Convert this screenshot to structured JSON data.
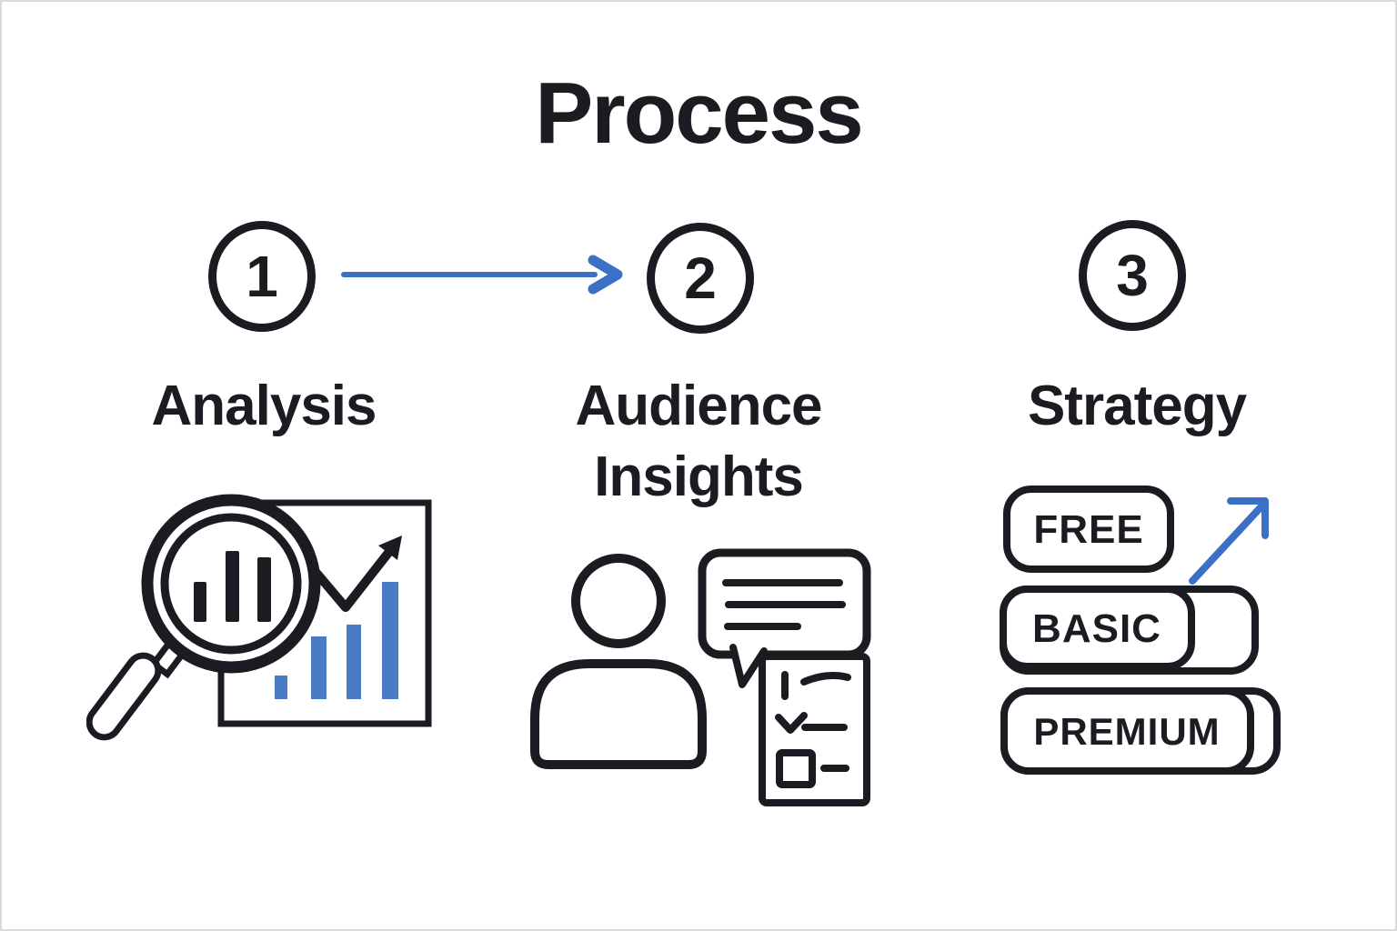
{
  "title": "Process",
  "colors": {
    "ink": "#1b1b22",
    "accent_blue": "#3b70c6",
    "bar_blue": "#4a7bc4"
  },
  "steps": [
    {
      "number": "1",
      "label": "Analysis",
      "icon": "magnifier-bar-chart-icon"
    },
    {
      "number": "2",
      "label": "Audience Insights",
      "label_lines": [
        "Audience",
        "Insights"
      ],
      "icon": "person-feedback-checklist-icon"
    },
    {
      "number": "3",
      "label": "Strategy",
      "icon": "pricing-tiers-growth-icon"
    }
  ],
  "connector": {
    "from": "1",
    "to": "2",
    "icon": "arrow-right-icon"
  },
  "strategy_tiers": [
    "FREE",
    "BASIC",
    "PREMIUM"
  ]
}
